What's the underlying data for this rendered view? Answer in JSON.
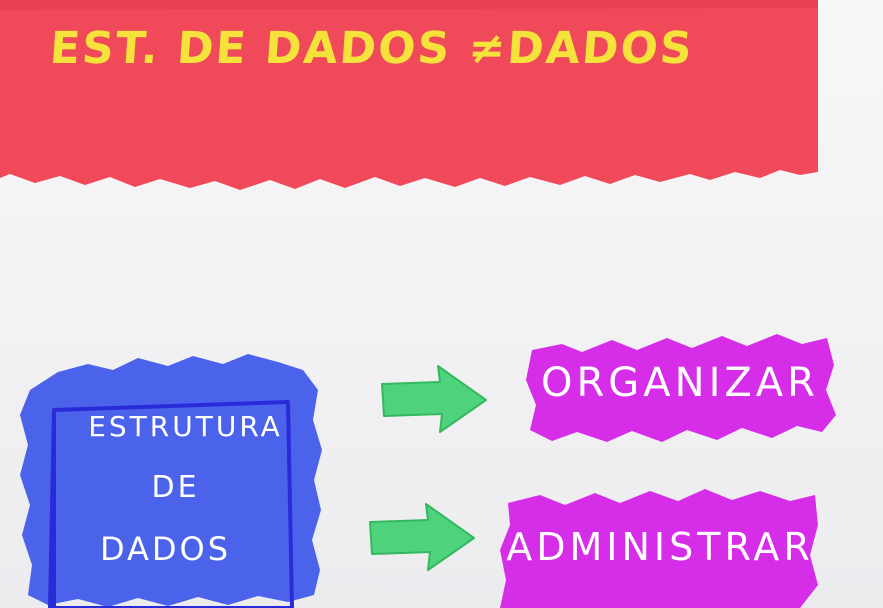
{
  "banner": {
    "title": "EST. DE DADOS ≠DADOS",
    "color": "#f0495a",
    "text_color": "#f5e23a"
  },
  "structure_box": {
    "line1": "ESTRUTURA",
    "line2": "DE",
    "line3": "DADOS",
    "color": "#4a63ea",
    "border_color": "#2a2bd8"
  },
  "arrows": [
    {
      "icon": "right-arrow-icon",
      "color": "#4fd27c"
    },
    {
      "icon": "right-arrow-icon",
      "color": "#4fd27c"
    }
  ],
  "labels": {
    "organize": "ORGANIZAR",
    "administer": "ADMINISTRAR",
    "color": "#d62ee8"
  }
}
